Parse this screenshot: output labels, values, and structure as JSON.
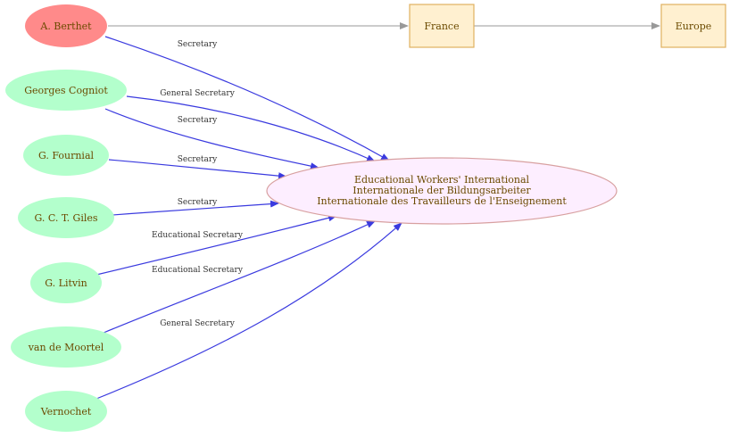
{
  "colors": {
    "red_node": "#ff8a8a",
    "green_node": "#b3ffcc",
    "box_fill": "#fff0d0",
    "box_stroke": "#e0b060",
    "center_fill": "#fdeeff",
    "center_stroke": "#d8a0a0",
    "blue_edge": "#3a3adf",
    "gray_edge": "#999999",
    "label_text": "#6b4a00"
  },
  "nodes": {
    "berthet": "A. Berthet",
    "cogniot": "Georges Cogniot",
    "fournial": "G. Fournial",
    "giles": "G. C. T. Giles",
    "litvin": "G. Litvin",
    "moortel": "van de Moortel",
    "vernochet": "Vernochet",
    "france": "France",
    "europe": "Europe",
    "center": {
      "line1": "Educational Workers' International",
      "line2": "Internationale der Bildungsarbeiter",
      "line3": "Internationale des Travailleurs de l'Enseignement"
    }
  },
  "edges": {
    "berthet": "Secretary",
    "cogniot_1": "General Secretary",
    "cogniot_2": "Secretary",
    "fournial": "Secretary",
    "giles": "Secretary",
    "litvin": "Educational Secretary",
    "moortel": "Educational Secretary",
    "vernochet": "General Secretary"
  }
}
